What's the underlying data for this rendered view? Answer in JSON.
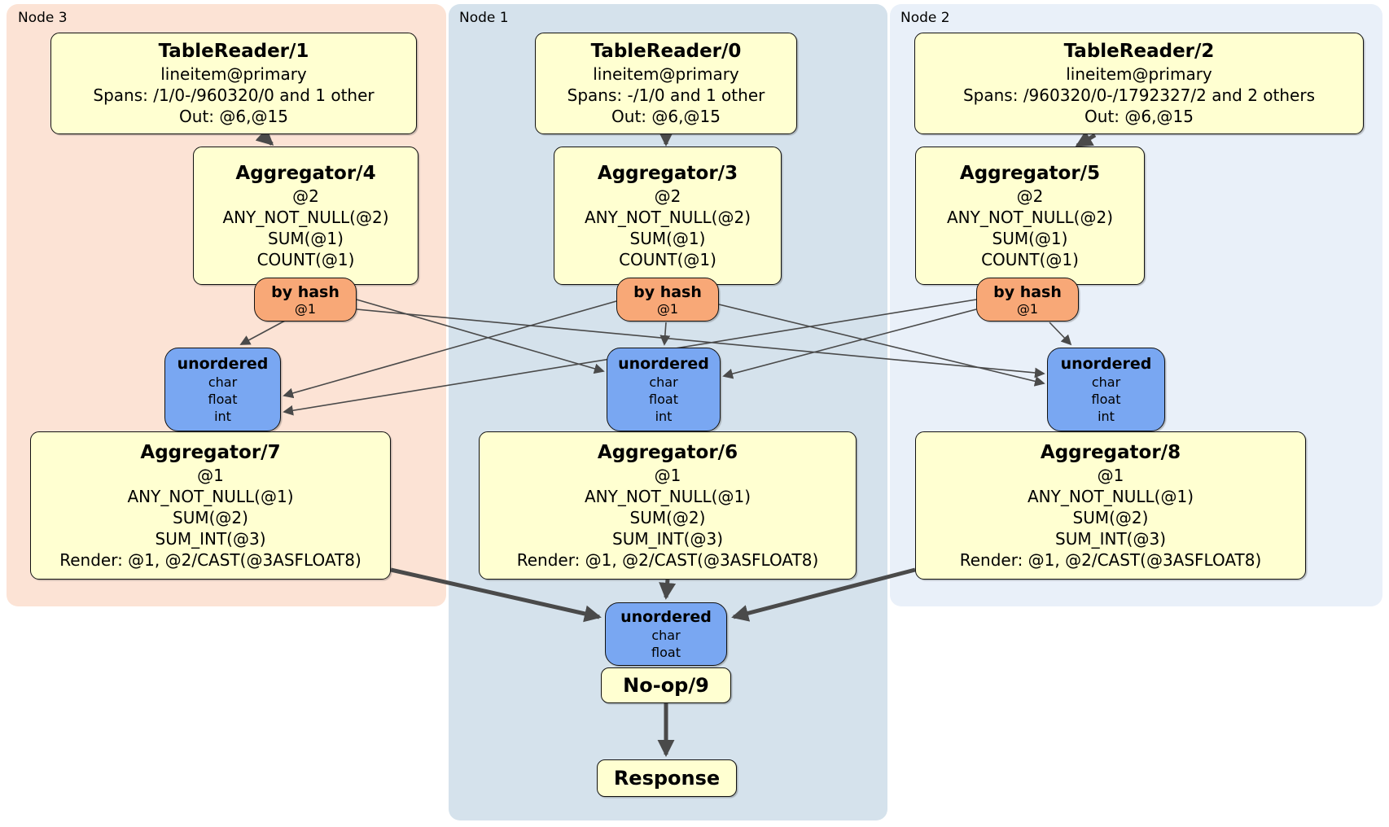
{
  "colors": {
    "node3_bg": "#fce3d5",
    "node1_bg": "#d5e2ec",
    "node2_bg": "#e9f0f9",
    "process_box_bg": "#ffffd1",
    "router_bg": "#f8a877",
    "sync_bg": "#79a7f2",
    "edge": "#4a4a4a"
  },
  "panels": [
    {
      "label": "Node 3",
      "tablereader": {
        "title": "TableReader/1",
        "lines": [
          "lineitem@primary",
          "Spans: /1/0-/960320/0 and 1 other",
          "Out: @6,@15"
        ]
      },
      "aggregator_top": {
        "title": "Aggregator/4",
        "lines": [
          "@2",
          "ANY_NOT_NULL(@2)",
          "SUM(@1)",
          "COUNT(@1)"
        ]
      },
      "router": {
        "title": "by hash",
        "detail": "@1"
      },
      "sync": {
        "title": "unordered",
        "items": [
          "char",
          "float",
          "int"
        ]
      },
      "aggregator_bottom": {
        "title": "Aggregator/7",
        "lines": [
          "@1",
          "ANY_NOT_NULL(@1)",
          "SUM(@2)",
          "SUM_INT(@3)",
          "Render: @1, @2/CAST(@3ASFLOAT8)"
        ]
      }
    },
    {
      "label": "Node 1",
      "tablereader": {
        "title": "TableReader/0",
        "lines": [
          "lineitem@primary",
          "Spans: -/1/0 and 1 other",
          "Out: @6,@15"
        ]
      },
      "aggregator_top": {
        "title": "Aggregator/3",
        "lines": [
          "@2",
          "ANY_NOT_NULL(@2)",
          "SUM(@1)",
          "COUNT(@1)"
        ]
      },
      "router": {
        "title": "by hash",
        "detail": "@1"
      },
      "sync": {
        "title": "unordered",
        "items": [
          "char",
          "float",
          "int"
        ]
      },
      "aggregator_bottom": {
        "title": "Aggregator/6",
        "lines": [
          "@1",
          "ANY_NOT_NULL(@1)",
          "SUM(@2)",
          "SUM_INT(@3)",
          "Render: @1, @2/CAST(@3ASFLOAT8)"
        ]
      }
    },
    {
      "label": "Node 2",
      "tablereader": {
        "title": "TableReader/2",
        "lines": [
          "lineitem@primary",
          "Spans: /960320/0-/1792327/2 and 2 others",
          "Out: @6,@15"
        ]
      },
      "aggregator_top": {
        "title": "Aggregator/5",
        "lines": [
          "@2",
          "ANY_NOT_NULL(@2)",
          "SUM(@1)",
          "COUNT(@1)"
        ]
      },
      "router": {
        "title": "by hash",
        "detail": "@1"
      },
      "sync": {
        "title": "unordered",
        "items": [
          "char",
          "float",
          "int"
        ]
      },
      "aggregator_bottom": {
        "title": "Aggregator/8",
        "lines": [
          "@1",
          "ANY_NOT_NULL(@1)",
          "SUM(@2)",
          "SUM_INT(@3)",
          "Render: @1, @2/CAST(@3ASFLOAT8)"
        ]
      }
    }
  ],
  "output": {
    "sync": {
      "title": "unordered",
      "items": [
        "char",
        "float"
      ]
    },
    "noop_label": "No-op/9",
    "response_label": "Response"
  }
}
